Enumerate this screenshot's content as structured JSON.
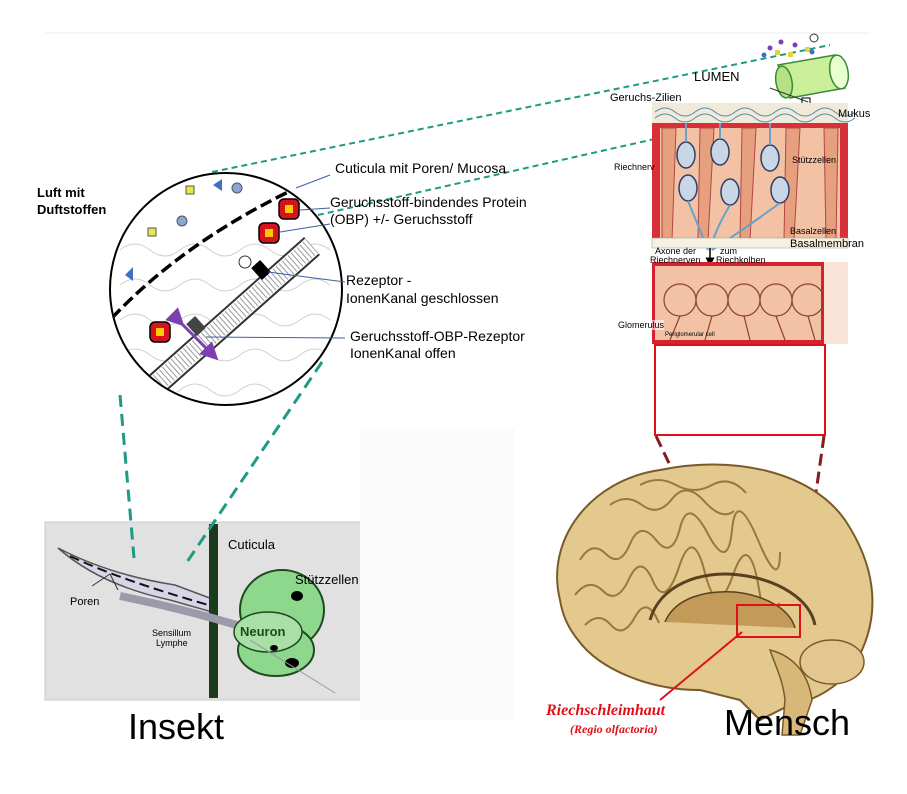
{
  "insect_zoom": {
    "air_label_line1": "Luft mit",
    "air_label_line2": "Duftstoffen",
    "cuticle_pores": "Cuticula mit Poren/ Mucosa",
    "obp_line1": "Geruchsstoff-bindendes Protein",
    "obp_line2": "(OBP) +/- Geruchsstoff",
    "receptor_line1": "Rezeptor -",
    "receptor_line2": "IonenKanal geschlossen",
    "complex_line1": "Geruchsstoff-OBP-Rezeptor",
    "complex_line2": "IonenKanal offen"
  },
  "insect_sensillum": {
    "cuticula": "Cuticula",
    "stuetzzellen": "Stützzellen",
    "poren": "Poren",
    "neuron": "Neuron",
    "lymphe_line1": "Sensillum",
    "lymphe_line2": "Lymphe",
    "caption": "Insekt"
  },
  "human_epithelium": {
    "lumen": "LUMEN",
    "zilien": "Geruchs-Zilien",
    "mukus": "Mukus",
    "riechnerv": "Riechnerv",
    "stuetzzellen": "Stützzellen",
    "basalzellen": "Basalzellen",
    "basalmembran": "Basalmembran",
    "axone_line1": "Axone der",
    "axone_line2": "Riechnerven",
    "zum_line1": "zum",
    "zum_line2": "Riechkolben",
    "glomerulus": "Glomerulus",
    "periglomerular": "Periglomerular cell"
  },
  "human_brain": {
    "region_line1": "Riechschleimhaut",
    "region_line2": "(Regio olfactoria)",
    "caption": "Mensch"
  },
  "colors": {
    "connector_teal": "#1e9a86",
    "connector_maroon": "#8b1a1a",
    "region_red": "#e0101a",
    "neuron_green": "#7ed07e",
    "tissue_red": "#c8202e",
    "arrow_purple": "#7b3fb0"
  }
}
